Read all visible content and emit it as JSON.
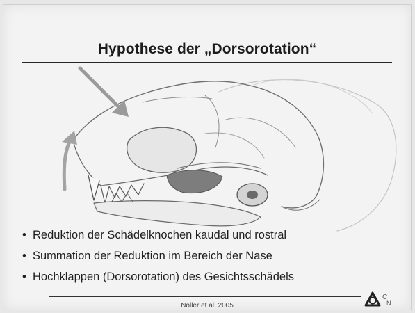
{
  "slide": {
    "title": "Hypothese der „Dorsorotation“",
    "bullets": [
      "Reduktion der Schädelknochen kaudal und rostral",
      "Summation der Reduktion im Bereich der Nase",
      "Hochklappen (Dorsorotation) des Gesichtsschädels"
    ],
    "citation": "Nöller et al. 2005",
    "logo_letters": "CN"
  },
  "icons": {
    "bullet": "bullet-dot",
    "logo": "cn-logo-icon",
    "arrows": [
      "down-right-arrow-icon",
      "up-arrow-icon"
    ]
  }
}
